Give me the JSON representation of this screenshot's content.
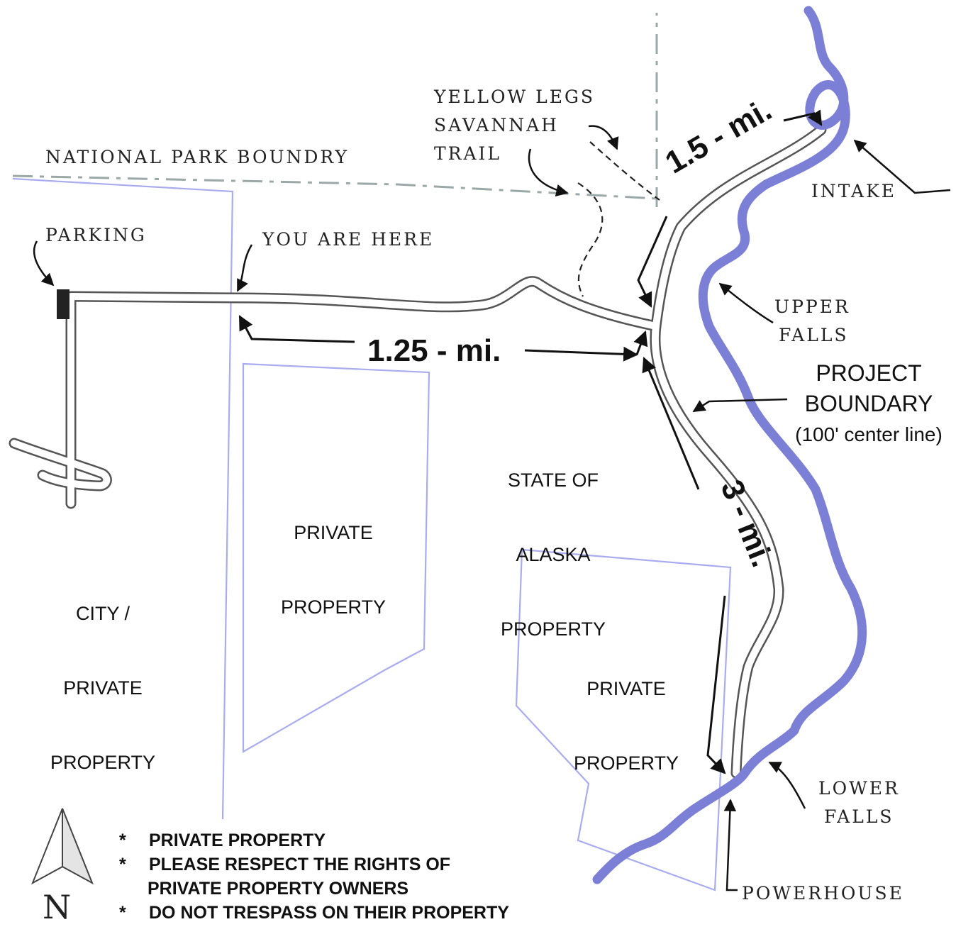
{
  "labels": {
    "national_park_boundary": "NATIONAL PARK BOUNDRY",
    "yellow_legs_line1": "YELLOW LEGS",
    "yellow_legs_line2": "SAVANNAH",
    "trail": "TRAIL",
    "parking": "PARKING",
    "you_are_here": "YOU ARE HERE",
    "intake": "INTAKE",
    "upper_falls_line1": "UPPER",
    "upper_falls_line2": "FALLS",
    "project_boundary_line1": "PROJECT",
    "project_boundary_line2": "BOUNDARY",
    "project_boundary_line3": "(100' center line)",
    "state_property_line1": "STATE OF",
    "state_property_line2": "ALASKA",
    "state_property_line3": "PROPERTY",
    "private_property_1_line1": "PRIVATE",
    "private_property_1_line2": "PROPERTY",
    "private_property_2_line1": "PRIVATE",
    "private_property_2_line2": "PROPERTY",
    "city_property_line1": "CITY /",
    "city_property_line2": "PRIVATE",
    "city_property_line3": "PROPERTY",
    "lower_falls_line1": "LOWER",
    "lower_falls_line2": "FALLS",
    "powerhouse": "POWERHOUSE",
    "north": "N"
  },
  "distances": {
    "parking_to_junction": "1.25 - mi.",
    "junction_to_intake": "1.5 - mi.",
    "junction_to_powerhouse": "3 - mi."
  },
  "notes": {
    "bullet": "*",
    "items": [
      "PRIVATE PROPERTY",
      "PLEASE RESPECT THE RIGHTS OF",
      "PRIVATE PROPERTY OWNERS",
      "DO NOT TRESPASS ON THEIR PROPERTY"
    ]
  },
  "colors": {
    "river": "#7b7fd6",
    "property_lines": "#a9acee",
    "park_boundary": "#9aa8a8",
    "trail_outline": "#555555",
    "ink": "#111111"
  },
  "icons": {
    "north_arrow": "north-arrow-icon"
  }
}
